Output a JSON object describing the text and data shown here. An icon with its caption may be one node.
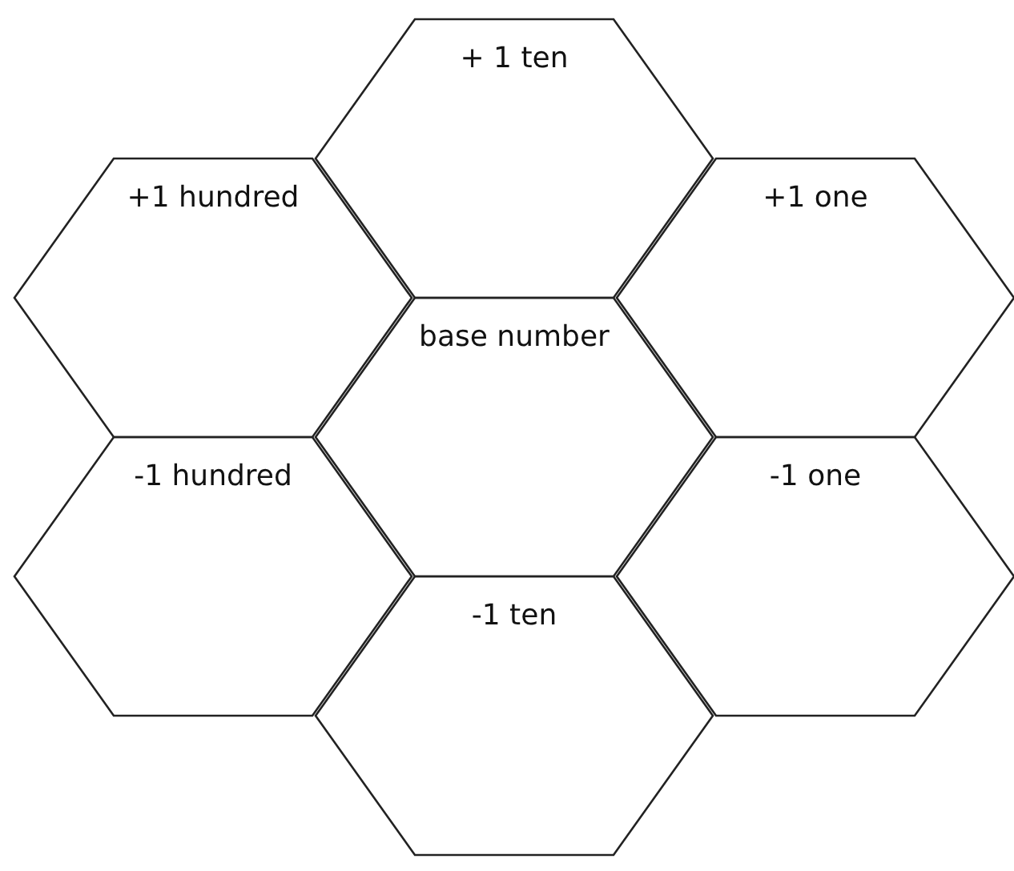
{
  "diagram": {
    "nodes": [
      {
        "text": [
          "+ 1 ten"
        ]
      },
      {
        "text": [
          "+1 hundred"
        ]
      },
      {
        "text": [
          "+1 one"
        ]
      },
      {
        "text": [
          "base number"
        ]
      },
      {
        "text": [
          "-1 hundred"
        ]
      },
      {
        "text": [
          "-1 one"
        ]
      },
      {
        "text": [
          "-1 ten"
        ]
      }
    ]
  }
}
